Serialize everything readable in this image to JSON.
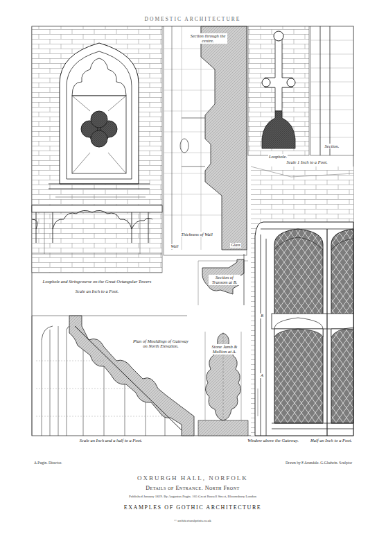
{
  "diagram": {
    "title": "OXBURGH HALL, NORFOLK",
    "caption": "Details of Entrance. North Front",
    "labels": [
      "DOMESTIC ARCHITECTURE",
      "Section through the centre.",
      "Loophole.",
      "Section.",
      "Scale 1 Inch to a Foot.",
      "Loophole and Stringcourse on the Great Octangular Towers",
      "Scale an Inch to a Foot.",
      "Thickness of Wall",
      "Wall",
      "Glass",
      "Section of Transom at B.",
      "Plan of Mouldings of Gateway on North Elevation.",
      "Stone Jamb & Mullion at A.",
      "Scale an Inch and a half to a Foot.",
      "Window above the Gateway.",
      "Half an Inch to a Foot.",
      "A.Pugin. Director.",
      "Drawn by F.Arundale. G.Gladwin. Sculptor",
      "Published January 1829. By Augustus Pugin. 105 Great Russell Street, Bloomsbury London",
      "EXAMPLES OF GOTHIC ARCHITECTURE",
      "© architecturalprints.co.uk",
      "A",
      "B"
    ]
  }
}
